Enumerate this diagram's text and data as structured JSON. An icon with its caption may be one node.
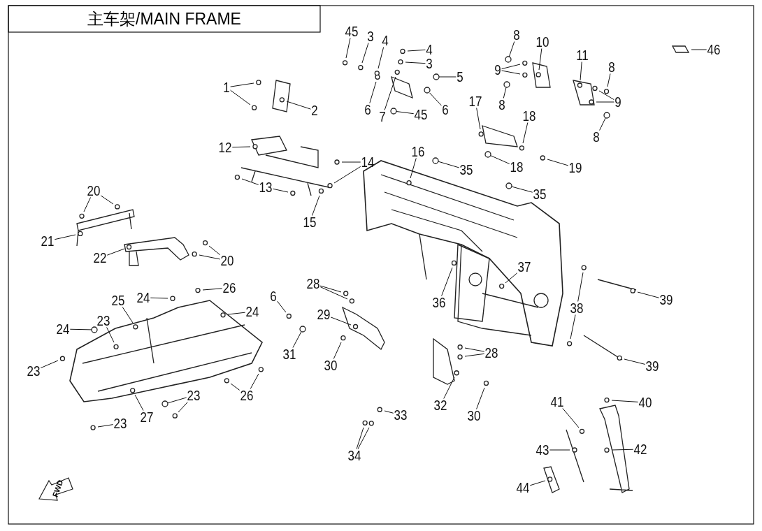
{
  "diagram": {
    "title": "主车架/MAIN FRAME",
    "nodes": [
      {
        "text": [
          "45"
        ]
      },
      {
        "text": [
          "3"
        ]
      },
      {
        "text": [
          "4"
        ]
      },
      {
        "text": [
          "4"
        ]
      },
      {
        "text": [
          "3"
        ]
      },
      {
        "text": [
          "5"
        ]
      },
      {
        "text": [
          "8"
        ]
      },
      {
        "text": [
          "10"
        ]
      },
      {
        "text": [
          "11"
        ]
      },
      {
        "text": [
          "9"
        ]
      },
      {
        "text": [
          "8"
        ]
      },
      {
        "text": [
          "1"
        ]
      },
      {
        "text": [
          "6"
        ]
      },
      {
        "text": [
          "7"
        ]
      },
      {
        "text": [
          "45"
        ]
      },
      {
        "text": [
          "6"
        ]
      },
      {
        "text": [
          "9"
        ]
      },
      {
        "text": [
          "8"
        ]
      },
      {
        "text": [
          "2"
        ]
      },
      {
        "text": [
          "17"
        ]
      },
      {
        "text": [
          "18"
        ]
      },
      {
        "text": [
          "8"
        ]
      },
      {
        "text": [
          "12"
        ]
      },
      {
        "text": [
          "14"
        ]
      },
      {
        "text": [
          "16"
        ]
      },
      {
        "text": [
          "35"
        ]
      },
      {
        "text": [
          "18"
        ]
      },
      {
        "text": [
          "19"
        ]
      },
      {
        "text": [
          "13"
        ]
      },
      {
        "text": [
          "35"
        ]
      },
      {
        "text": [
          "20"
        ]
      },
      {
        "text": [
          "15"
        ]
      },
      {
        "text": [
          "21"
        ]
      },
      {
        "text": [
          "22"
        ]
      },
      {
        "text": [
          "20"
        ]
      },
      {
        "text": [
          "37"
        ]
      },
      {
        "text": [
          "28"
        ]
      },
      {
        "text": [
          "6"
        ]
      },
      {
        "text": [
          "24"
        ]
      },
      {
        "text": [
          "25"
        ]
      },
      {
        "text": [
          "26"
        ]
      },
      {
        "text": [
          "36"
        ]
      },
      {
        "text": [
          "38"
        ]
      },
      {
        "text": [
          "39"
        ]
      },
      {
        "text": [
          "24"
        ]
      },
      {
        "text": [
          "29"
        ]
      },
      {
        "text": [
          "23"
        ]
      },
      {
        "text": [
          "24"
        ]
      },
      {
        "text": [
          "31"
        ]
      },
      {
        "text": [
          "30"
        ]
      },
      {
        "text": [
          "28"
        ]
      },
      {
        "text": [
          "39"
        ]
      },
      {
        "text": [
          "23"
        ]
      },
      {
        "text": [
          "26"
        ]
      },
      {
        "text": [
          "23"
        ]
      },
      {
        "text": [
          "32"
        ]
      },
      {
        "text": [
          "27"
        ]
      },
      {
        "text": [
          "30"
        ]
      },
      {
        "text": [
          "33"
        ]
      },
      {
        "text": [
          "41"
        ]
      },
      {
        "text": [
          "40"
        ]
      },
      {
        "text": [
          "23"
        ]
      },
      {
        "text": [
          "34"
        ]
      },
      {
        "text": [
          "43"
        ]
      },
      {
        "text": [
          "42"
        ]
      },
      {
        "text": [
          "44"
        ]
      },
      {
        "text": [
          "46"
        ]
      },
      {
        "text": [],
        "shape": "circle"
      },
      {
        "text": [],
        "shape": "circle"
      },
      {
        "text": [],
        "shape": "circle"
      },
      {
        "text": [],
        "shape": "circle"
      },
      {
        "text": [],
        "shape": "circle"
      },
      {
        "text": [],
        "shape": "circle"
      },
      {
        "text": [],
        "shape": "circle"
      },
      {
        "text": [],
        "shape": "circle"
      },
      {
        "text": [],
        "shape": "circle"
      },
      {
        "text": [],
        "shape": "circle"
      },
      {
        "text": [],
        "shape": "circle"
      },
      {
        "text": [],
        "shape": "circle"
      }
    ],
    "edges": [
      {
        "from": 0,
        "to": null,
        "arrow": "none"
      },
      {
        "from": 1,
        "to": null,
        "arrow": "none"
      },
      {
        "from": 2,
        "to": null,
        "arrow": "none"
      },
      {
        "from": 3,
        "to": null,
        "arrow": "none"
      },
      {
        "from": 4,
        "to": null,
        "arrow": "none"
      },
      {
        "from": 5,
        "to": 67,
        "arrow": "none"
      },
      {
        "from": 6,
        "to": 68,
        "arrow": "none"
      },
      {
        "from": 7,
        "to": null,
        "arrow": "none"
      },
      {
        "from": 8,
        "to": null,
        "arrow": "none"
      },
      {
        "from": 9,
        "to": null,
        "arrow": "none"
      },
      {
        "from": 9,
        "to": null,
        "arrow": "none"
      },
      {
        "from": 10,
        "to": null,
        "arrow": "none"
      },
      {
        "from": 11,
        "to": null,
        "arrow": "none"
      },
      {
        "from": 11,
        "to": null,
        "arrow": "none"
      },
      {
        "from": 12,
        "to": null,
        "arrow": "none"
      },
      {
        "from": 13,
        "to": null,
        "arrow": "none"
      },
      {
        "from": 14,
        "to": 69,
        "arrow": "none"
      },
      {
        "from": 15,
        "to": 78,
        "arrow": "none"
      },
      {
        "from": 16,
        "to": null,
        "arrow": "none"
      },
      {
        "from": 16,
        "to": null,
        "arrow": "none"
      },
      {
        "from": 17,
        "to": 70,
        "arrow": "none"
      },
      {
        "from": 18,
        "to": null,
        "arrow": "none"
      },
      {
        "from": 19,
        "to": null,
        "arrow": "none"
      },
      {
        "from": 20,
        "to": null,
        "arrow": "none"
      },
      {
        "from": 21,
        "to": 71,
        "arrow": "none"
      },
      {
        "from": 22,
        "to": null,
        "arrow": "none"
      },
      {
        "from": 23,
        "to": null,
        "arrow": "none"
      },
      {
        "from": 23,
        "to": null,
        "arrow": "none"
      },
      {
        "from": 24,
        "to": null,
        "arrow": "none"
      },
      {
        "from": 25,
        "to": 72,
        "arrow": "none"
      },
      {
        "from": 26,
        "to": 73,
        "arrow": "none"
      },
      {
        "from": 27,
        "to": null,
        "arrow": "none"
      },
      {
        "from": 28,
        "to": null,
        "arrow": "none"
      },
      {
        "from": 28,
        "to": null,
        "arrow": "none"
      },
      {
        "from": 29,
        "to": 74,
        "arrow": "none"
      },
      {
        "from": 30,
        "to": null,
        "arrow": "none"
      },
      {
        "from": 30,
        "to": null,
        "arrow": "none"
      },
      {
        "from": 31,
        "to": null,
        "arrow": "none"
      },
      {
        "from": 32,
        "to": null,
        "arrow": "none"
      },
      {
        "from": 33,
        "to": null,
        "arrow": "none"
      },
      {
        "from": 34,
        "to": null,
        "arrow": "none"
      },
      {
        "from": 34,
        "to": null,
        "arrow": "none"
      },
      {
        "from": 35,
        "to": null,
        "arrow": "none"
      },
      {
        "from": 36,
        "to": null,
        "arrow": "none"
      },
      {
        "from": 36,
        "to": null,
        "arrow": "none"
      },
      {
        "from": 37,
        "to": null,
        "arrow": "none"
      },
      {
        "from": 38,
        "to": null,
        "arrow": "none"
      },
      {
        "from": 39,
        "to": null,
        "arrow": "none"
      },
      {
        "from": 40,
        "to": null,
        "arrow": "none"
      },
      {
        "from": 41,
        "to": null,
        "arrow": "none"
      },
      {
        "from": 42,
        "to": null,
        "arrow": "none"
      },
      {
        "from": 42,
        "to": null,
        "arrow": "none"
      },
      {
        "from": 43,
        "to": null,
        "arrow": "none"
      },
      {
        "from": 44,
        "to": null,
        "arrow": "none"
      },
      {
        "from": 45,
        "to": null,
        "arrow": "none"
      },
      {
        "from": 46,
        "to": null,
        "arrow": "none"
      },
      {
        "from": 47,
        "to": 75,
        "arrow": "none"
      },
      {
        "from": 48,
        "to": 76,
        "arrow": "none"
      },
      {
        "from": 49,
        "to": null,
        "arrow": "none"
      },
      {
        "from": 50,
        "to": null,
        "arrow": "none"
      },
      {
        "from": 50,
        "to": null,
        "arrow": "none"
      },
      {
        "from": 51,
        "to": null,
        "arrow": "none"
      },
      {
        "from": 52,
        "to": null,
        "arrow": "none"
      },
      {
        "from": 53,
        "to": null,
        "arrow": "none"
      },
      {
        "from": 53,
        "to": null,
        "arrow": "none"
      },
      {
        "from": 54,
        "to": 77,
        "arrow": "none"
      },
      {
        "from": 54,
        "to": null,
        "arrow": "none"
      },
      {
        "from": 55,
        "to": null,
        "arrow": "none"
      },
      {
        "from": 56,
        "to": null,
        "arrow": "none"
      },
      {
        "from": 57,
        "to": null,
        "arrow": "none"
      },
      {
        "from": 58,
        "to": null,
        "arrow": "none"
      },
      {
        "from": 59,
        "to": null,
        "arrow": "none"
      },
      {
        "from": 60,
        "to": null,
        "arrow": "none"
      },
      {
        "from": 61,
        "to": null,
        "arrow": "none"
      },
      {
        "from": 62,
        "to": null,
        "arrow": "none"
      },
      {
        "from": 62,
        "to": null,
        "arrow": "none"
      },
      {
        "from": 63,
        "to": null,
        "arrow": "none"
      },
      {
        "from": 64,
        "to": null,
        "arrow": "none"
      },
      {
        "from": 65,
        "to": null,
        "arrow": "none"
      },
      {
        "from": 66,
        "to": null,
        "arrow": "none"
      }
    ],
    "labels": [
      "FWD"
    ]
  }
}
